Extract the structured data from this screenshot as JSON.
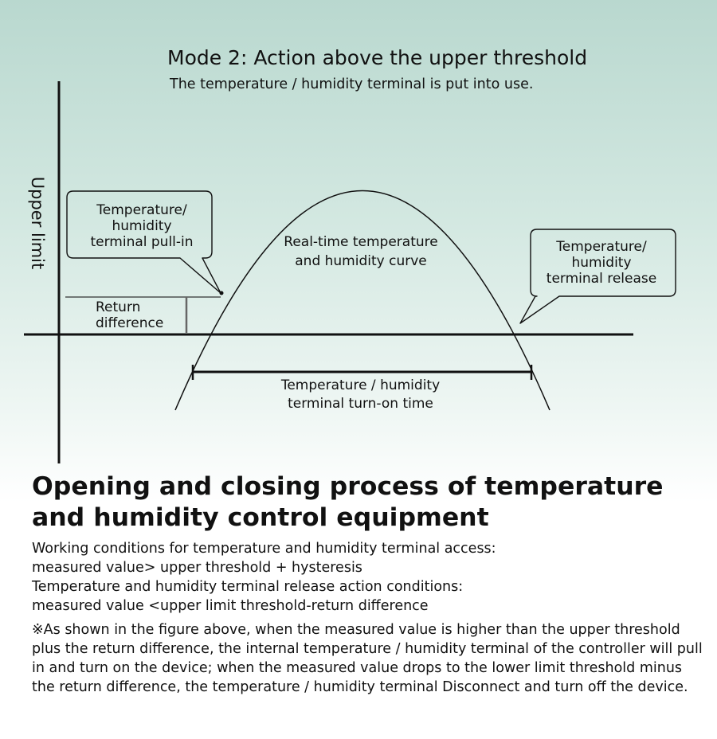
{
  "header": {
    "title": "Mode 2: Action above the upper threshold",
    "subtitle": "The temperature / humidity terminal is put into use."
  },
  "diagram": {
    "y_axis_label": "Upper limit",
    "callout_pull_in": [
      "Temperature/",
      "humidity",
      "terminal pull-in"
    ],
    "curve_label": [
      "Real-time temperature",
      "and humidity curve"
    ],
    "callout_release": [
      "Temperature/",
      "humidity",
      "terminal release"
    ],
    "return_difference": [
      "Return",
      "difference"
    ],
    "turn_on_time": [
      "Temperature / humidity",
      "terminal turn-on time"
    ]
  },
  "section": {
    "heading": [
      "Opening and closing process of temperature",
      "and humidity control equipment"
    ],
    "conditions": [
      "Working conditions for temperature and humidity terminal access:",
      "measured value> upper threshold + hysteresis",
      "Temperature and humidity terminal release action conditions:",
      "measured value <upper limit threshold-return difference"
    ],
    "note": "※As shown in the figure above, when the measured value is higher than the upper threshold plus the return difference, the internal temperature / humidity terminal of the controller will pull in and turn on the device; when the measured value drops to the lower limit threshold minus the return difference, the temperature / humidity terminal Disconnect and turn off the device."
  }
}
